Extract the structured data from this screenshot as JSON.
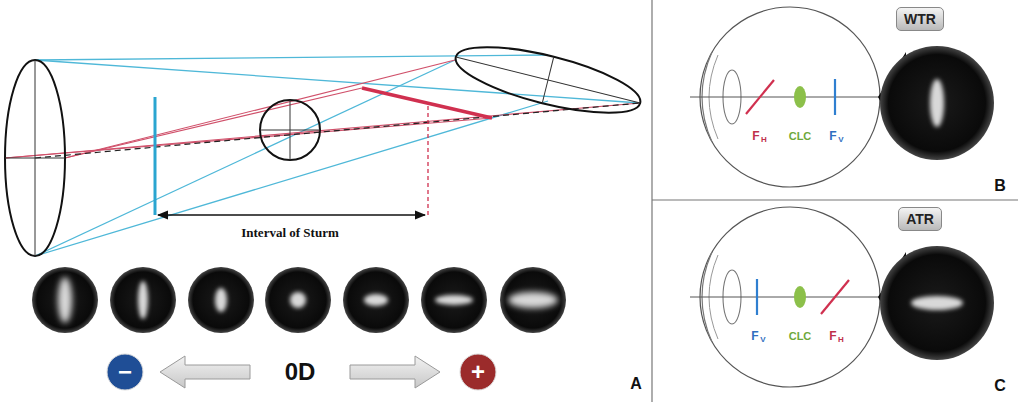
{
  "diagram": {
    "nodes": [
      {
        "text": [
          "−"
        ]
      },
      {
        "text": [
          "+"
        ]
      },
      {
        "text": [
          "WTR"
        ]
      },
      {
        "text": [
          "ATR"
        ]
      }
    ],
    "labels": [
      "Interval of Sturm",
      "0D",
      "A",
      "F",
      "H",
      "CLC",
      "F",
      "V",
      "B",
      "F",
      "V",
      "CLC",
      "F",
      "H",
      "C"
    ]
  }
}
